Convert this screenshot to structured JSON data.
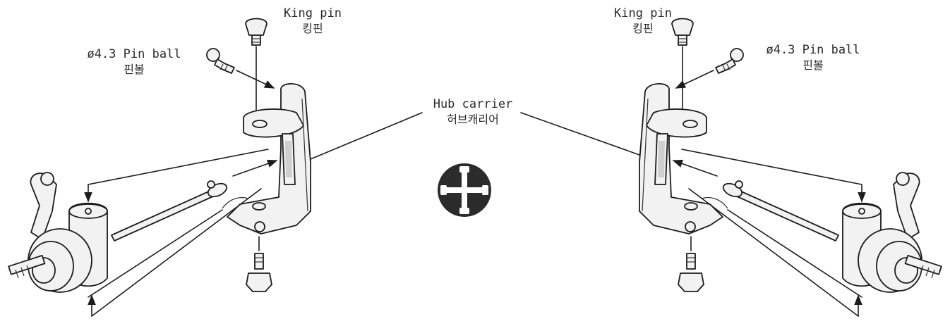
{
  "labels": {
    "king_pin_left": {
      "en": "King pin",
      "ko": "킹핀"
    },
    "pin_ball_left": {
      "en": "ø4.3 Pin ball",
      "ko": "핀볼"
    },
    "hub_carrier": {
      "en": "Hub carrier",
      "ko": "허브캐리어"
    },
    "king_pin_right": {
      "en": "King pin",
      "ko": "킹핀"
    },
    "pin_ball_right": {
      "en": "ø4.3 Pin ball",
      "ko": "핀볼"
    }
  },
  "icons": {
    "center": "cross-wrench-icon"
  },
  "colors": {
    "line": "#1c1c1c",
    "icon_bg": "#2b2b2b",
    "icon_fg": "#ffffff"
  }
}
